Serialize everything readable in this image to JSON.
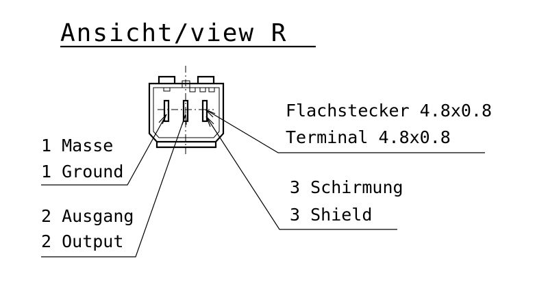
{
  "title": "Ansicht/view R",
  "labels": {
    "pin1_de": "1 Masse",
    "pin1_en": "1 Ground",
    "pin2_de": "2 Ausgang",
    "pin2_en": "2 Output",
    "terminal_de": "Flachstecker 4.8x0.8",
    "terminal_en": "Terminal 4.8x0.8",
    "pin3_de": "3 Schirmung",
    "pin3_en": "3 Shield"
  }
}
